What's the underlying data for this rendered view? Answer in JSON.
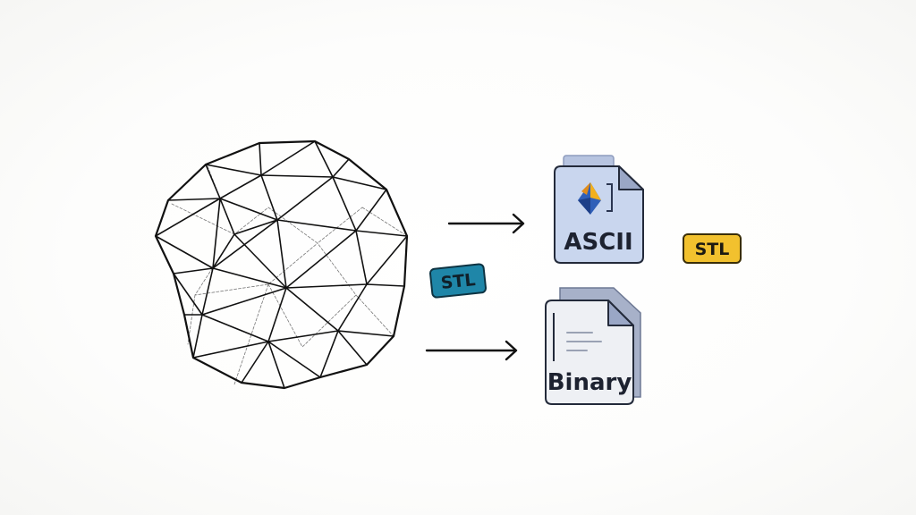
{
  "formats": {
    "ascii_label": "ASCII",
    "binary_label": "Binary"
  },
  "badges": {
    "left": {
      "text": "STL",
      "color": "#1f86a8",
      "text_color": "#10202a"
    },
    "right": {
      "text": "STL",
      "color": "#f2c12e",
      "text_color": "#1c1a12"
    }
  },
  "colors": {
    "ascii_file": "#c9d6ee",
    "binary_file": "#eef0f4",
    "file_fold": "#9aa7c6",
    "line": "#111111"
  },
  "icons": {
    "mesh": "wireframe-polyhedron-icon",
    "ascii_logo": "3d-logo-icon",
    "binary_lines": "text-lines-icon"
  }
}
